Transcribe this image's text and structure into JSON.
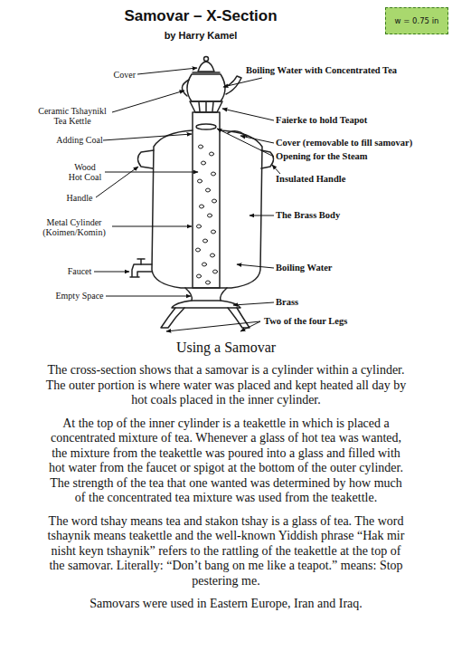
{
  "diagram": {
    "title": "Samovar – X-Section",
    "nodes": [
      {
        "text": [
          "w = 0.75 in"
        ]
      }
    ],
    "labels": [
      "by Harry Kamel",
      "Cover",
      "Ceramic Tshaynikl Tea Kettle",
      "Adding Coal",
      "Wood Hot Coal",
      "Handle",
      "Metal Cylinder (Koimen/Komin)",
      "Faucet",
      "Empty Space",
      "Boiling Water with Concentrated Tea",
      "Faierke to hold Teapot",
      "Cover (removable to fill samovar)",
      "Opening for the Steam",
      "Insulated Handle",
      "The Brass Body",
      "Boiling Water",
      "Brass",
      "Two of the four Legs",
      "Using a Samovar",
      "The cross-section shows that a samovar is a cylinder within a cylinder. The outer portion is where water was placed and kept heated all day by hot coals placed in the inner cylinder.",
      "At the top of the inner cylinder is a teakettle in which is placed a concentrated mixture of tea. Whenever a glass of hot tea was wanted, the mixture from the teakettle was poured into a glass and filled with hot water from the faucet or spigot at the bottom of the outer cylinder. The strength of the tea that one wanted was determined by how much of the concentrated tea mixture was used from the teakettle.",
      "The word tshay means tea and stakon tshay is a glass of tea. The word tshaynik means teakettle and the well-known Yiddish phrase “Hak mir nisht keyn tshaynik” refers to the rattling of the teakettle at the top of the samovar. Literally: “Don’t bang on me like a teapot.” means: Stop pestering me.",
      "Samovars were used in Eastern Europe, Iran and Iraq."
    ]
  }
}
